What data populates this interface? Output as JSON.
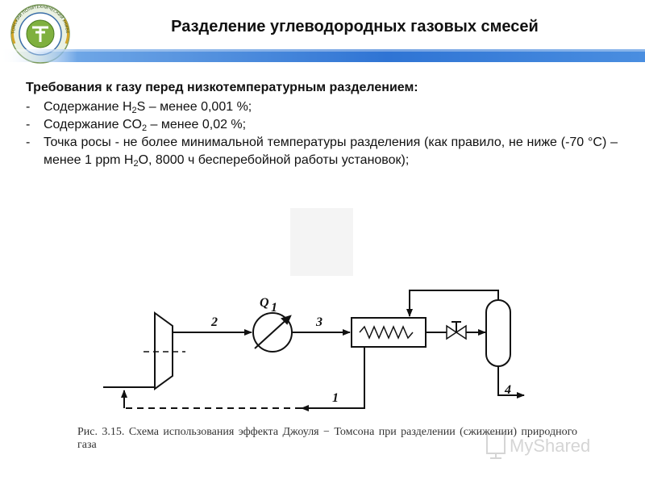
{
  "header": {
    "title": "Разделение углеводородных газовых смесей",
    "logo_text": "ТОМСКИЙ ПОЛИТЕХНИЧЕСКИЙ УНИВЕРСИТЕТ",
    "band_color": "#2f74d4"
  },
  "requirements": {
    "heading": "Требования к газу перед низкотемпературным разделением:",
    "items": [
      {
        "dash": "-",
        "parts": [
          "Содержание H",
          "2",
          "S – менее 0,001 %;"
        ]
      },
      {
        "dash": "-",
        "parts": [
          "Содержание CO",
          "2",
          " – менее 0,02 %;"
        ]
      },
      {
        "dash": "-",
        "parts": [
          "Точка росы - не более минимальной температуры разделения (как правило, не ниже (-70 °C) – менее 1 ppm H",
          "2",
          "O, 8000 ч бесперебойной работы установок);"
        ]
      }
    ]
  },
  "diagram": {
    "labels": {
      "q": "Q",
      "q_sub": "1",
      "stream_2": "2",
      "stream_3": "3",
      "stream_1": "1",
      "stream_4": "4"
    },
    "caption": "Рис. 3.15. Схема использования эффекта Джоуля − Томсона при разделении (сжижении) природного газа"
  },
  "watermark": {
    "text": "MyShared"
  }
}
